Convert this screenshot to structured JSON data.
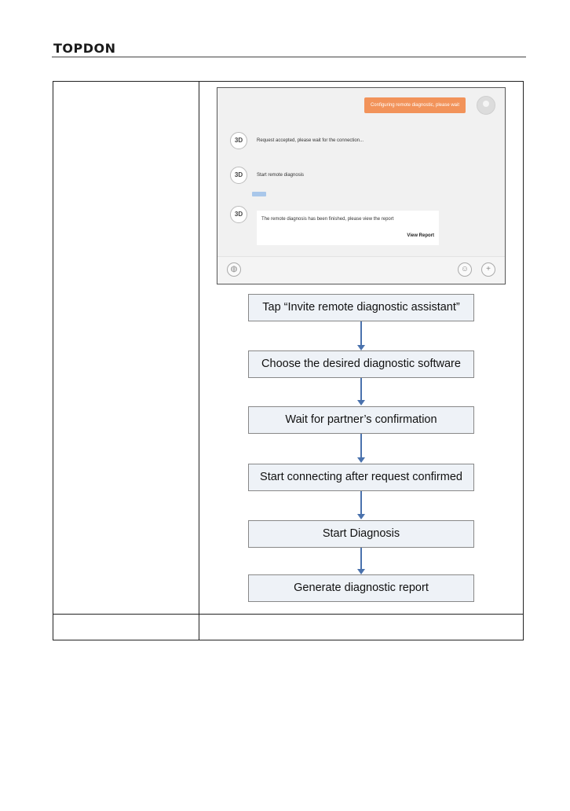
{
  "header": {
    "logo": "TOPDON"
  },
  "chat": {
    "outgoing": "Configuring remote diagnostic, please wait",
    "bot_avatar": "3D",
    "messages": [
      "Request accepted, please wait for the connection...",
      "Start remote diagnosis"
    ],
    "finished_text": "The remote diagnosis has been finished, please view the report",
    "view_report": "View Report",
    "voice_icon": "voice-icon",
    "emoji_icon": "emoji-icon",
    "plus_icon": "plus-icon"
  },
  "flow": {
    "steps": [
      "Tap “Invite remote diagnostic assistant”",
      "Choose the desired diagnostic software",
      "Wait for partner’s confirmation",
      "Start connecting after request confirmed",
      "Start Diagnosis",
      "Generate diagnostic report"
    ]
  },
  "colors": {
    "accent_orange": "#f2935a",
    "arrow_blue": "#4a72ad",
    "box_fill": "#eef2f7"
  }
}
